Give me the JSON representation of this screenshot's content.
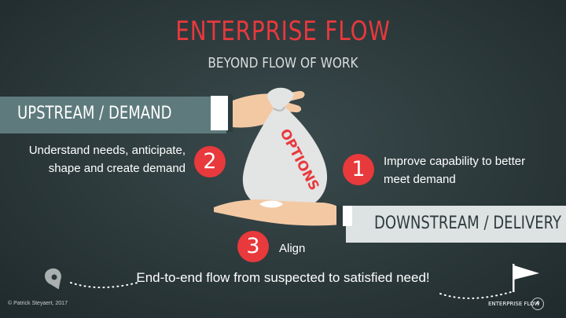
{
  "slide": {
    "title": "Enterprise Flow",
    "subtitle": "BEYOND FLOW OF WORK",
    "upstream_label": "UPSTREAM / DEMAND",
    "downstream_label": "DOWNSTREAM / DELIVERY",
    "bag_label": "OPTIONS",
    "points": [
      {
        "number": "1",
        "text": "Improve capability to better meet demand"
      },
      {
        "number": "2",
        "text": "Understand needs, anticipate, shape and create demand"
      },
      {
        "number": "3",
        "text": "Align"
      }
    ],
    "tagline": "End-to-end flow from suspected to satisfied need!",
    "copyright": "© Patrick Steyaert, 2017",
    "footer_title": "ENTERPRISE FLOW",
    "page_number": "4"
  },
  "colors": {
    "accent_red": "#e8393c",
    "upstream_band": "#5e7a7c",
    "downstream_band": "#dde2e2",
    "background": "#2c393b"
  },
  "icons": [
    "location-pin-icon",
    "finish-flag-icon",
    "money-bag-icon",
    "giving-hand-icon",
    "receiving-hand-icon"
  ]
}
